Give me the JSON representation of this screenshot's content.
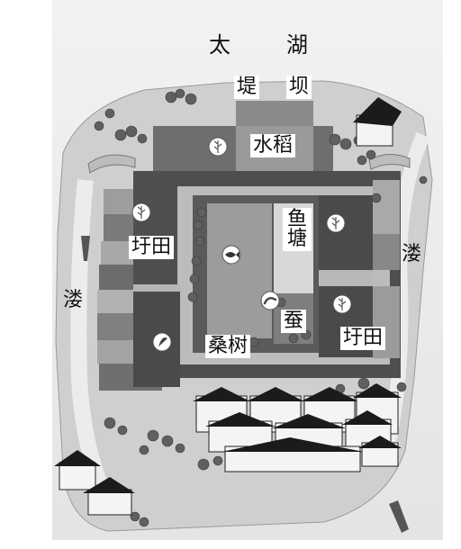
{
  "labels": {
    "tai": "太",
    "hu": "湖",
    "di": "堤",
    "ba": "坝",
    "shuidao": "水稻",
    "yu": "鱼",
    "tang": "塘",
    "yutian_left": "圩田",
    "yutian_right": "圩田",
    "lou_left": "溇",
    "lou_right": "溇",
    "can": "蚕",
    "sangshu": "桑树"
  },
  "icons": [
    "rice-icon",
    "rice-icon",
    "rice-icon",
    "rice-icon",
    "fish-icon",
    "silkworm-icon",
    "mulberry-icon"
  ],
  "colors": {
    "paper": "#ffffff",
    "ground": "#d4d4d4",
    "water": "#e9e9e9",
    "dark_field": "#525252",
    "mid_field": "#8a8a8a",
    "light_field": "#b4b4b4",
    "tree": "#6a6a6a",
    "roof": "#1a1a1a",
    "wall": "#f4f4f4"
  }
}
